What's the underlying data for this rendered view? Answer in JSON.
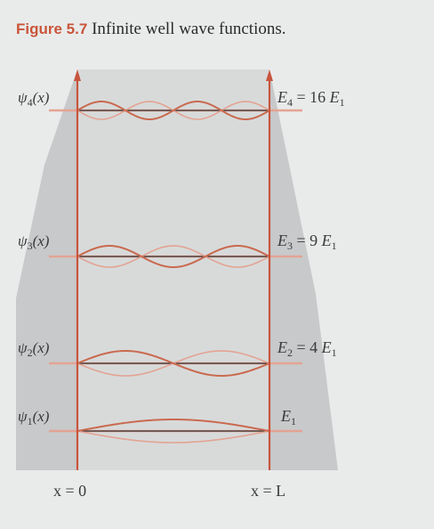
{
  "caption": {
    "label": "Figure 5.7",
    "text": "Infinite well wave functions."
  },
  "levels": [
    {
      "n": 4,
      "psi": "ψ4(x)",
      "psi_base": "ψ",
      "psi_sub": "4",
      "psi_tail": "(x)",
      "energy_base": "E",
      "energy_sub": "4",
      "energy_rest": " = 16 ",
      "energy_unit_base": "E",
      "energy_unit_sub": "1"
    },
    {
      "n": 3,
      "psi": "ψ3(x)",
      "psi_base": "ψ",
      "psi_sub": "3",
      "psi_tail": "(x)",
      "energy_base": "E",
      "energy_sub": "3",
      "energy_rest": " = 9 ",
      "energy_unit_base": "E",
      "energy_unit_sub": "1"
    },
    {
      "n": 2,
      "psi": "ψ2(x)",
      "psi_base": "ψ",
      "psi_sub": "2",
      "psi_tail": "(x)",
      "energy_base": "E",
      "energy_sub": "2",
      "energy_rest": " = 4 ",
      "energy_unit_base": "E",
      "energy_unit_sub": "1"
    },
    {
      "n": 1,
      "psi": "ψ1(x)",
      "psi_base": "ψ",
      "psi_sub": "1",
      "psi_tail": "(x)",
      "energy_base": "E",
      "energy_sub": "1",
      "energy_rest": "",
      "energy_unit_base": "",
      "energy_unit_sub": ""
    }
  ],
  "axis": {
    "left": "x = 0",
    "right": "x = L"
  },
  "colors": {
    "wall": "#c8553d",
    "wave_dark": "#c96a4f",
    "wave_light": "#e3a393",
    "baseline": "#333333",
    "shade": "#c7c9ca",
    "page": "#e9ebeb"
  }
}
